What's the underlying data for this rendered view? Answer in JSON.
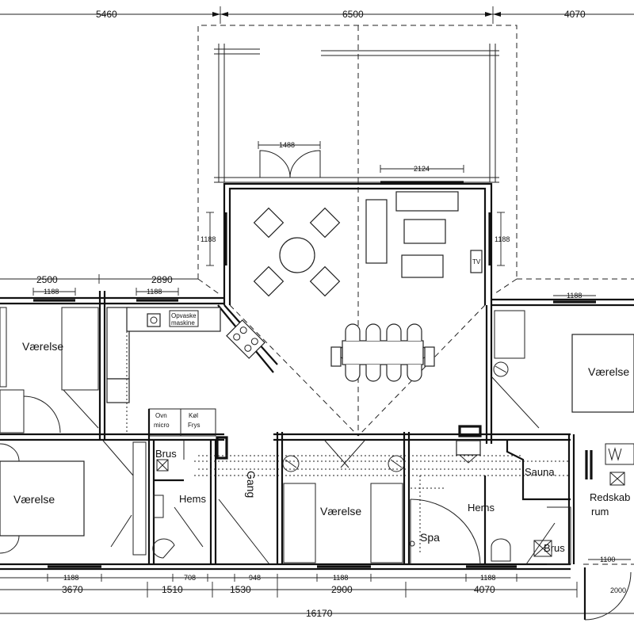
{
  "dimensions": {
    "top_left": "5460",
    "top_middle": "6500",
    "top_right": "4070",
    "door_width": "1488",
    "window_top": "2124",
    "window_left_side": "1188",
    "window_right_side": "1188",
    "left_wing_a": "2500",
    "left_wing_b": "2890",
    "window_left_1": "1188",
    "window_left_2": "1188",
    "window_right_wing": "1188",
    "bottom_windows": [
      "1188",
      "708",
      "948",
      "1188",
      "1188"
    ],
    "bottom_segments": [
      "3670",
      "1510",
      "1530",
      "2900",
      "4070"
    ],
    "bottom_total": "16170",
    "entrance_width": "1100",
    "entrance_depth": "2000"
  },
  "rooms": {
    "vaerelse_top_left": "Værelse",
    "vaerelse_bottom_left": "Værelse",
    "vaerelse_middle": "Værelse",
    "vaerelse_right": "Værelse",
    "gang": "Gang",
    "sauna": "Sauna",
    "spa": "Spa",
    "hems_left": "Hems",
    "hems_right": "Hems",
    "brus_left": "Brus",
    "brus_right": "Brus",
    "redskabsrum_1": "Redskab",
    "redskabsrum_2": "rum"
  },
  "labels": {
    "ovn": "Ovn",
    "micro": "micro",
    "kol": "Køl",
    "frys": "Frys",
    "tv": "TV",
    "opvask_1": "Opvaske",
    "opvask_2": "maskine"
  }
}
